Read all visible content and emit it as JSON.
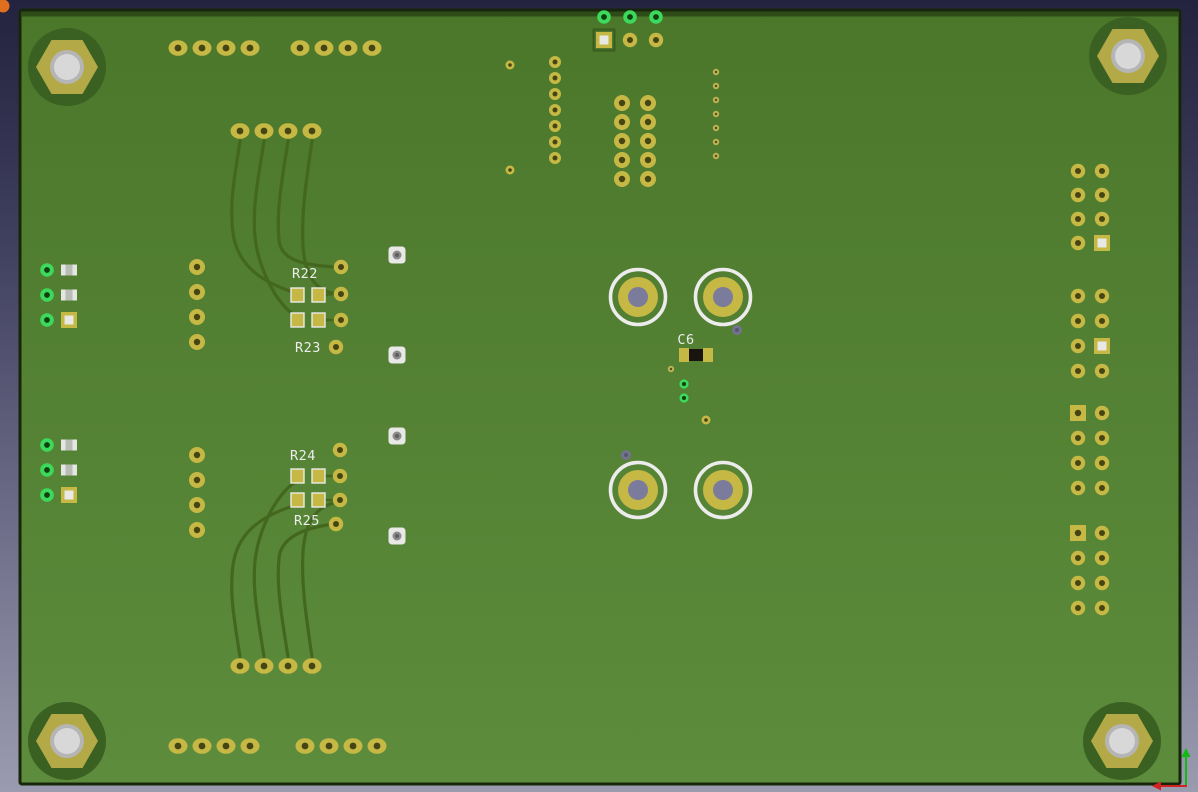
{
  "viewer": {
    "component_labels": {
      "r22": "R22",
      "r23": "R23",
      "r24": "R24",
      "r25": "R25",
      "c6": "C6"
    }
  },
  "colors": {
    "bg_top": "#23233f",
    "bg_bottom": "#9b9bb0",
    "board_green_top": "#4b772b",
    "board_green_bottom": "#5d8c3c",
    "board_edge": "#17260b",
    "trace": "#44671f",
    "pad_gold": "#c6b845",
    "hole_dark": "#454513",
    "silkscreen": "#ececec",
    "bright_green": "#3cd95c",
    "hole_slate": "#7b7b9c",
    "axis_red": "#d22222",
    "axis_green": "#12bb12",
    "window_dot": "#df6f1e"
  },
  "icons": {
    "axis_indicator": "xy-axis-arrows-icon",
    "window_control": "window-control-dot"
  }
}
